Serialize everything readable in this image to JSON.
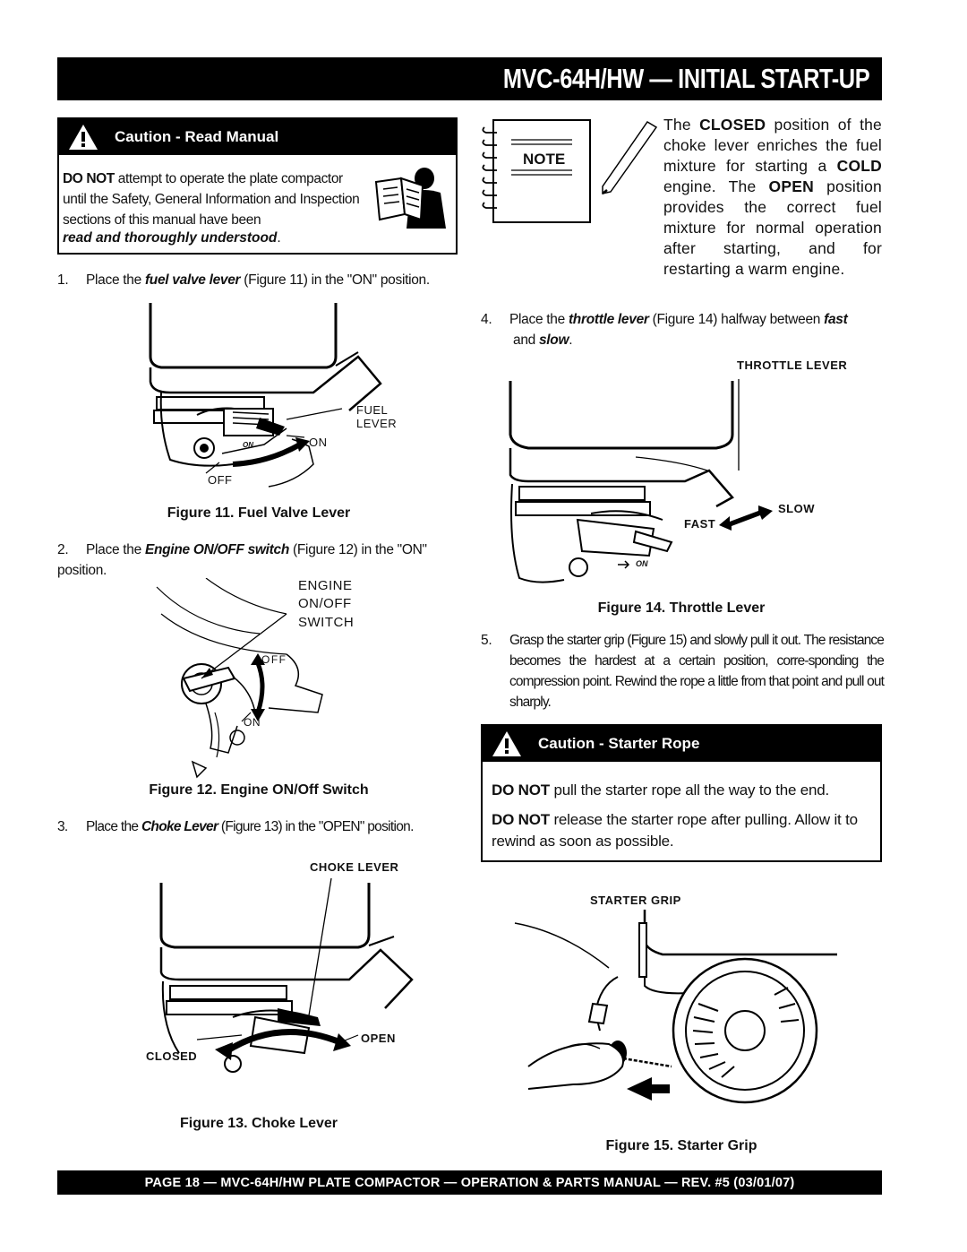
{
  "page": {
    "title": "MVC-64H/HW — INITIAL START-UP",
    "footer": "PAGE 18 —  MVC-64H/HW PLATE COMPACTOR — OPERATION & PARTS  MANUAL — REV. #5 (03/01/07)"
  },
  "caution_read": {
    "heading": "Caution - Read Manual",
    "bold_lead": "DO NOT",
    "text": " attempt to operate the plate compactor until the Safety, General Information and Inspection sections of this manual have been",
    "emphasis": "read and  thoroughly understood",
    "tail": "."
  },
  "steps": [
    {
      "num": "1.",
      "pre": "Place the ",
      "em": "fuel valve lever",
      "post": " (Figure 11) in the \"ON\" position."
    },
    {
      "num": "2.",
      "pre": "Place the ",
      "em": "Engine ON/OFF switch",
      "post": " (Figure 12) in the \"ON\" position."
    },
    {
      "num": "3.",
      "pre": "Place the ",
      "em": "Choke Lever",
      "post": " (Figure 13) in the \"OPEN\" position."
    },
    {
      "num": "4.",
      "pre": "Place the ",
      "em": "throttle lever",
      "mid": " (Figure 14) halfway between ",
      "em2": "fast",
      "mid2": " and ",
      "em3": "slow",
      "post": "."
    },
    {
      "num": "5.",
      "text": "Grasp the starter grip (Figure 15) and slowly pull it out. The resistance becomes the hardest at a certain position, corre-sponding the compression point. Rewind the rope a little from that point and pull out sharply."
    }
  ],
  "figures": {
    "fig11": {
      "caption": "Figure 11. Fuel Valve Lever",
      "labels": {
        "fuel": "FUEL",
        "lever": "LEVER",
        "on": "ON",
        "off": "OFF",
        "dial_on": "ON"
      }
    },
    "fig12": {
      "caption": "Figure 12. Engine ON/Off Switch",
      "labels": {
        "l1": "ENGINE",
        "l2": "ON/OFF",
        "l3": "SWITCH",
        "off": "OFF",
        "on": "ON"
      }
    },
    "fig13": {
      "caption": "Figure 13. Choke Lever",
      "labels": {
        "top": "CHOKE LEVER",
        "open": "OPEN",
        "closed": "CLOSED"
      }
    },
    "fig14": {
      "caption": "Figure 14. Throttle Lever",
      "labels": {
        "top": "THROTTLE LEVER",
        "slow": "SLOW",
        "fast": "FAST",
        "dial_on": "ON"
      }
    },
    "fig15": {
      "caption": "Figure 15. Starter Grip",
      "labels": {
        "top": "STARTER GRIP"
      }
    }
  },
  "note": {
    "badge": "NOTE",
    "t1": "The ",
    "b1": "CLOSED",
    "t2": " position of the choke lever enriches the fuel mixture for starting a ",
    "b2": "COLD",
    "t3": " engine. The ",
    "b3": "OPEN",
    "t4": " position provides the correct fuel mixture for normal operation after starting, and for restarting a warm engine."
  },
  "caution_rope": {
    "heading": "Caution - Starter Rope",
    "p1_bold": "DO NOT",
    "p1": " pull the starter rope all the way to the end.",
    "p2_bold": "DO NOT",
    "p2": " release the starter rope after pulling. Allow it to rewind as soon as possible."
  }
}
